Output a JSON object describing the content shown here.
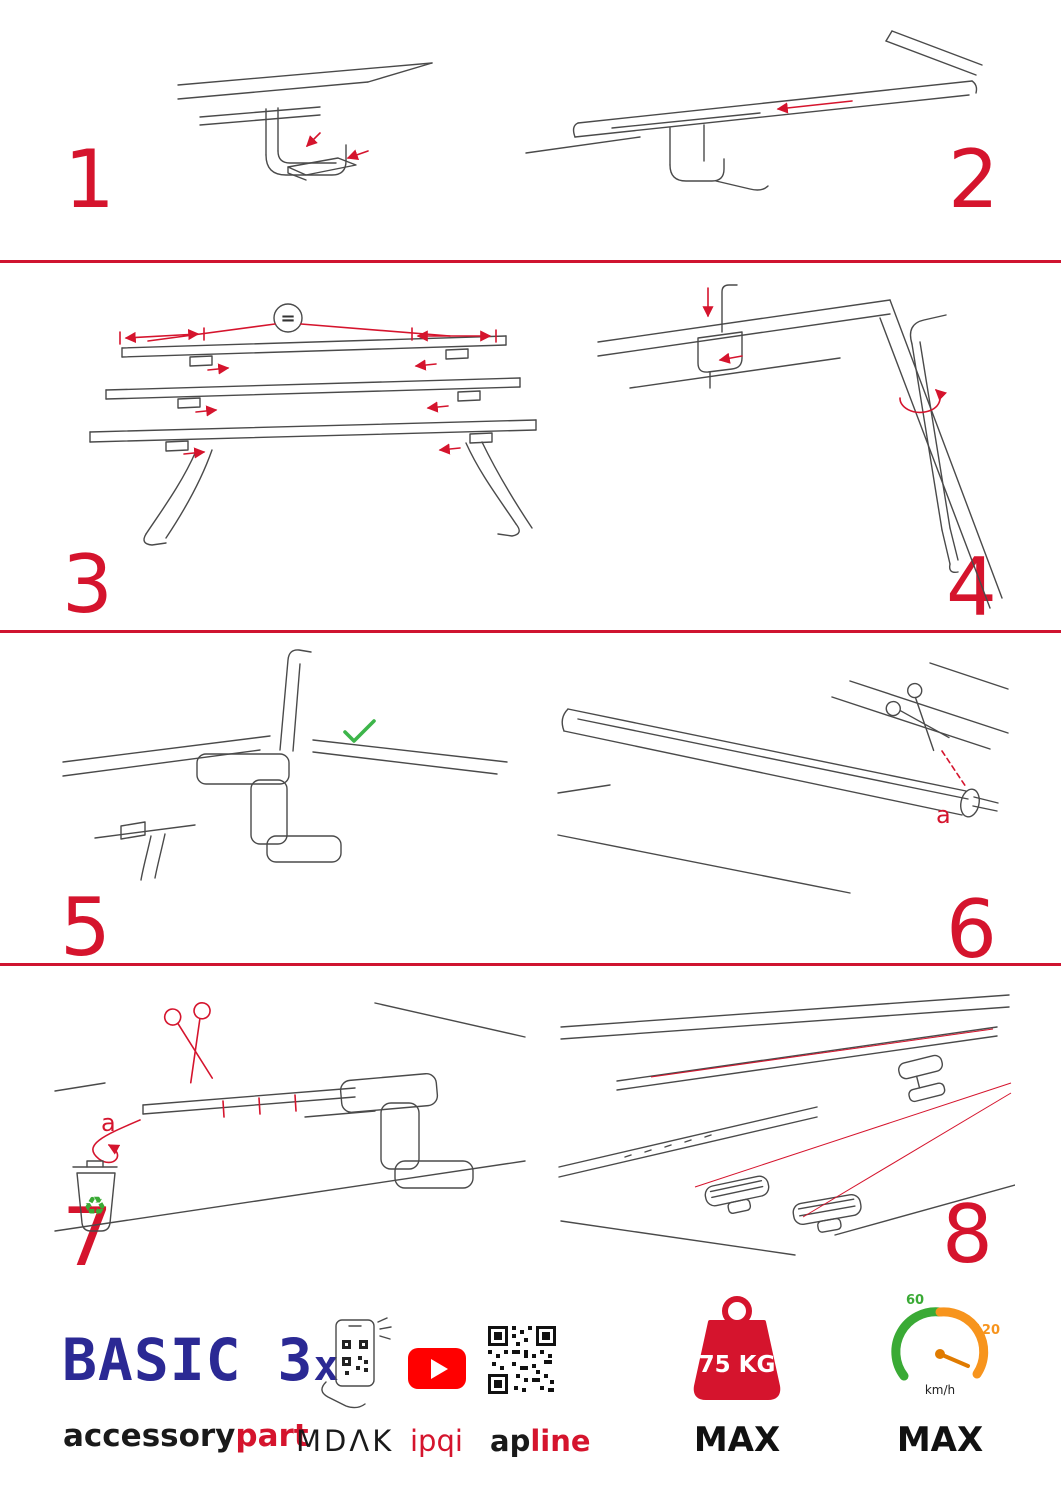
{
  "colors": {
    "accent_red": "#d5142d",
    "brand_blue": "#2b2994",
    "check_green": "#3db54a",
    "gauge_green": "#3aaa35",
    "gauge_orange": "#f7941d",
    "youtube_red": "#ff0000"
  },
  "steps": [
    {
      "number": "1"
    },
    {
      "number": "2"
    },
    {
      "number": "3"
    },
    {
      "number": "4"
    },
    {
      "number": "5"
    },
    {
      "number": "6"
    },
    {
      "number": "7"
    },
    {
      "number": "8"
    }
  ],
  "annotations": {
    "equals": "=",
    "cut_label_6": "a",
    "cut_label_7": "a"
  },
  "icons": {
    "recycle": "♻"
  },
  "footer": {
    "brand": {
      "main": "BASIC 3",
      "suffix": "x",
      "tagline_black": "accessory",
      "tagline_red": "part"
    },
    "partners": {
      "app": "MDΛK",
      "video": "ipqi",
      "qr": "apline"
    },
    "weight": {
      "value": "75 KG",
      "label": "MAX"
    },
    "speed": {
      "low": "60",
      "high": "120",
      "unit": "km/h",
      "label": "MAX"
    }
  }
}
